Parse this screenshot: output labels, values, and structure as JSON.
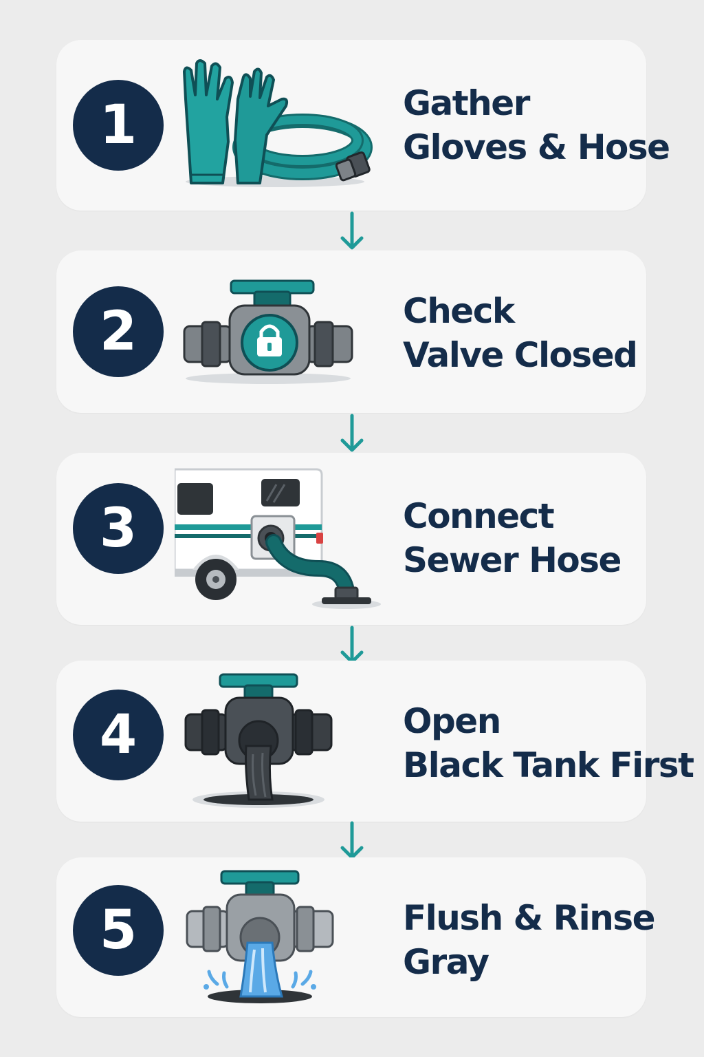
{
  "steps": [
    {
      "number": "1",
      "line1": "Gather",
      "line2": "Gloves & Hose",
      "icon": "gloves-and-hose-icon"
    },
    {
      "number": "2",
      "line1": "Check",
      "line2": "Valve Closed",
      "icon": "locked-valve-icon"
    },
    {
      "number": "3",
      "line1": "Connect",
      "line2": "Sewer Hose",
      "icon": "rv-sewer-hose-icon"
    },
    {
      "number": "4",
      "line1": "Open",
      "line2": "Black Tank First",
      "icon": "black-tank-valve-icon"
    },
    {
      "number": "5",
      "line1": "Flush & Rinse",
      "line2": "Gray",
      "icon": "gray-tank-flush-icon"
    }
  ],
  "colors": {
    "background": "#ececec",
    "card": "#f7f7f7",
    "navy": "#142c4a",
    "teal": "#1f9a98",
    "dark_teal": "#146b6b",
    "gray_pipe": "#7d8388",
    "dark_pipe": "#3a3f44"
  }
}
